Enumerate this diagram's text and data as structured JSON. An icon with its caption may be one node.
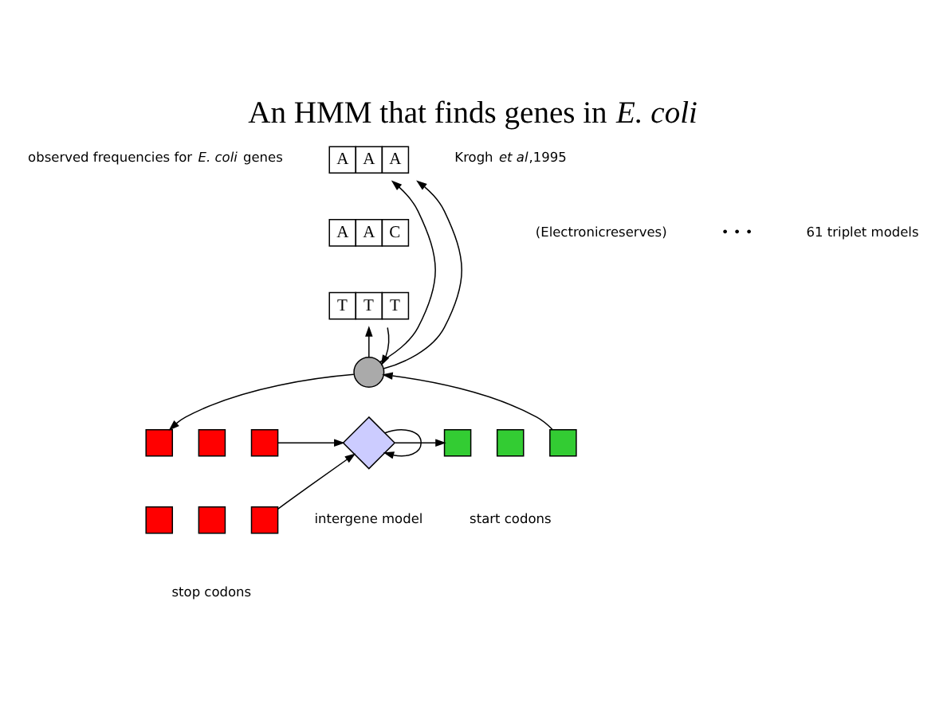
{
  "diagram": {
    "title": "An HMM that finds genes in *E. coli*",
    "nodes": [
      {
        "text": [
          "A",
          "A",
          "A"
        ]
      },
      {
        "text": [
          "A",
          "A",
          "C"
        ]
      },
      {
        "text": [
          "T",
          "T",
          "T"
        ]
      },
      {
        "text": [],
        "shape": "circle"
      },
      {
        "text": [],
        "shape": "box"
      },
      {
        "text": [],
        "shape": "box"
      },
      {
        "text": [],
        "shape": "box"
      },
      {
        "text": [],
        "shape": "box"
      },
      {
        "text": [],
        "shape": "box"
      },
      {
        "text": [],
        "shape": "box"
      },
      {
        "text": [],
        "shape": "diamond",
        "beside": [
          "intergene model"
        ]
      },
      {
        "text": [],
        "shape": "box"
      },
      {
        "text": [],
        "shape": "box"
      },
      {
        "text": [],
        "shape": "box"
      }
    ],
    "edges": [
      {
        "from": 3,
        "to": 0,
        "arrow": "to"
      },
      {
        "from": 3,
        "to": 2,
        "arrow": "to"
      },
      {
        "from": 2,
        "to": 3,
        "arrow": "to"
      },
      {
        "from": 3,
        "to": 0,
        "arrow": "to"
      },
      {
        "from": 3,
        "to": 4,
        "arrow": "to"
      },
      {
        "from": 6,
        "to": 10,
        "arrow": "to"
      },
      {
        "from": 9,
        "to": 10,
        "arrow": "to"
      },
      {
        "from": 10,
        "to": 10,
        "arrow": "to"
      },
      {
        "from": 10,
        "to": 11,
        "arrow": "to"
      },
      {
        "from": 13,
        "to": 3,
        "arrow": "to"
      }
    ],
    "labels": [
      "Krogh *et al*,1995",
      "(Electronicreserves)",
      "observed frequencies for *E. coli* genes",
      "• • •",
      "61 triplet models",
      "stop codons",
      "start codons"
    ]
  }
}
